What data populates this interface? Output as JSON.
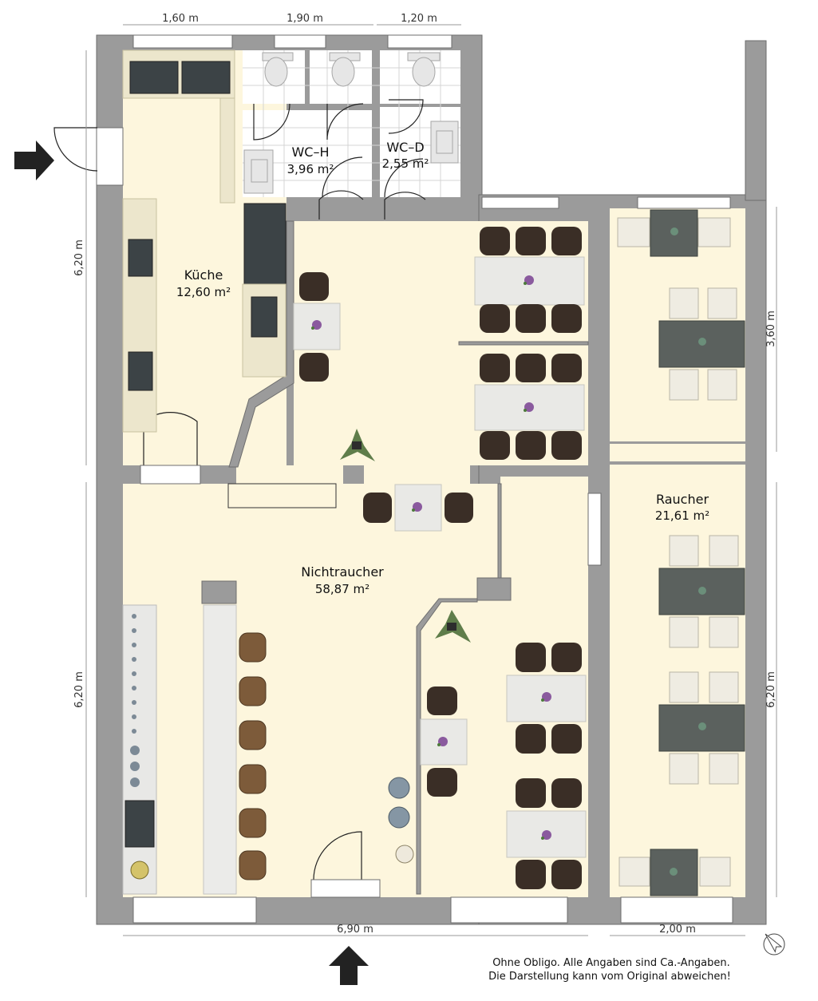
{
  "rooms": {
    "wc_h": {
      "name": "WC–H",
      "area": "3,96 m²"
    },
    "wc_d": {
      "name": "WC–D",
      "area": "2,55 m²"
    },
    "kueche": {
      "name": "Küche",
      "area": "12,60 m²"
    },
    "nichtraucher": {
      "name": "Nichtraucher",
      "area": "58,87 m²"
    },
    "raucher": {
      "name": "Raucher",
      "area": "21,61 m²"
    }
  },
  "dimensions": {
    "top_1": "1,60 m",
    "top_2": "1,90 m",
    "top_3": "1,20 m",
    "left_upper": "6,20 m",
    "left_lower": "6,20 m",
    "right_upper": "3,60 m",
    "right_lower": "6,20 m",
    "bottom_main": "6,90 m",
    "bottom_right": "2,00 m"
  },
  "footnote": {
    "line1": "Ohne Obligo. Alle Angaben sind Ca.-Angaben.",
    "line2": "Die Darstellung kann vom Original abweichen!"
  },
  "colors": {
    "floor": "#fdf6dd",
    "wall": "#9b9b9b",
    "dark_chair": "#3a2e26",
    "wood_stool": "#7d5b3a",
    "dark_table": "#5b615e"
  },
  "icons": [
    "entrance-arrow-icon",
    "compass-icon",
    "plant-icon",
    "flower-vase-icon"
  ]
}
